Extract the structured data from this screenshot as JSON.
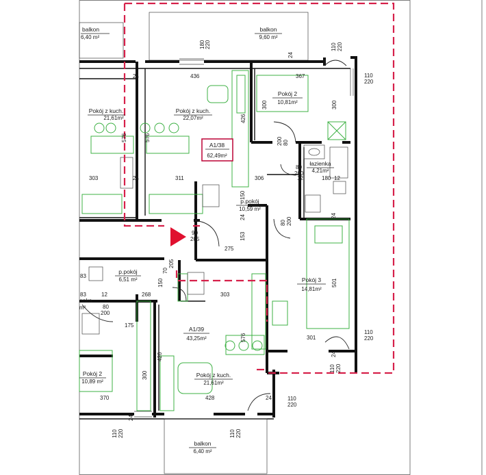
{
  "colors": {
    "walls": "#111111",
    "furniture": "#3cb043",
    "boundary_dashed": "#d6204a",
    "entry_arrow": "#e0102f"
  },
  "apartments": [
    {
      "id": "A1/38",
      "area": "62,49m²"
    },
    {
      "id": "A1/39",
      "area": "43,25m²"
    }
  ],
  "rooms": {
    "balkon_top_left": {
      "name": "balkon",
      "area": "6,40 m²"
    },
    "balkon_top": {
      "name": "balkon",
      "area": "9,60 m²"
    },
    "pokoj_kuch_left": {
      "name": "Pokój z kuch.",
      "area": "21,61m²"
    },
    "pokoj_kuch_top": {
      "name": "Pokój z kuch.",
      "area": "22,07m²"
    },
    "pokoj2_top": {
      "name": "Pokój 2",
      "area": "10,81m²"
    },
    "lazienka_top": {
      "name": "łazienka",
      "area": "4,21m²"
    },
    "ppokoj_top": {
      "name": "p.pokój",
      "area": "10,59 m²"
    },
    "ppokoj_left": {
      "name": "p.pokój",
      "area": "6,51 m²"
    },
    "lazienka_left": {
      "name": "enka",
      "area": "m²"
    },
    "pokoj3": {
      "name": "Pokój 3",
      "area": "14,81m²"
    },
    "pokoj2_bottom": {
      "name": "Pokój 2",
      "area": "10,89 m²"
    },
    "pokoj_kuch_bottom": {
      "name": "Pokój z kuch.",
      "area": "21,61m²"
    },
    "balkon_bottom": {
      "name": "balkon",
      "area": "6,40 m²"
    }
  },
  "dimensions": {
    "d180_220_top": [
      "180",
      "220"
    ],
    "d110_220_top": [
      "110",
      "220"
    ],
    "d110_220_right_top": [
      "110",
      "220"
    ],
    "d24_top": "24",
    "d24_left": "24",
    "d436": "436",
    "d367": "367",
    "d300_a": "300",
    "d300_b": "300",
    "d426_top": "426",
    "d576_left": "576",
    "d576_mid": "576",
    "d303_top": "303",
    "d311": "311",
    "d24_mid": "24",
    "d306": "306",
    "d12_a": "12",
    "d180_mid": "180",
    "d12_b": "12",
    "d80_200_bath": [
      "80",
      "200"
    ],
    "d200_80": [
      "200",
      "80"
    ],
    "d150": "150",
    "d24_c": "24",
    "d24_d": "24",
    "d80_200_vert": [
      "80",
      "200"
    ],
    "d153": "153",
    "d90_205": [
      "90",
      "205"
    ],
    "d275": "275",
    "d205_70": [
      "205",
      "70"
    ],
    "d501": "501",
    "d110_220_right_mid": [
      "110",
      "220"
    ],
    "d301": "301",
    "d24_e": "24",
    "d110_220_right_bottom": [
      "110",
      "220"
    ],
    "d83": "83",
    "d83b": "83",
    "d12_c": "12",
    "d80_200_left": [
      "80",
      "200"
    ],
    "d268": "268",
    "d303_mid": "303",
    "d150_b": "150",
    "d175": "175",
    "d576_bottom": "576",
    "d426_bottom": "426",
    "d300_c": "300",
    "d370": "370",
    "d428": "428",
    "d24_f": "24",
    "d110_220_bottom": [
      "110",
      "220"
    ],
    "d110_220_bottom_left": [
      "110",
      "220"
    ],
    "d110_220_bottom_mid": [
      "110",
      "220"
    ],
    "d24_g": "24"
  }
}
